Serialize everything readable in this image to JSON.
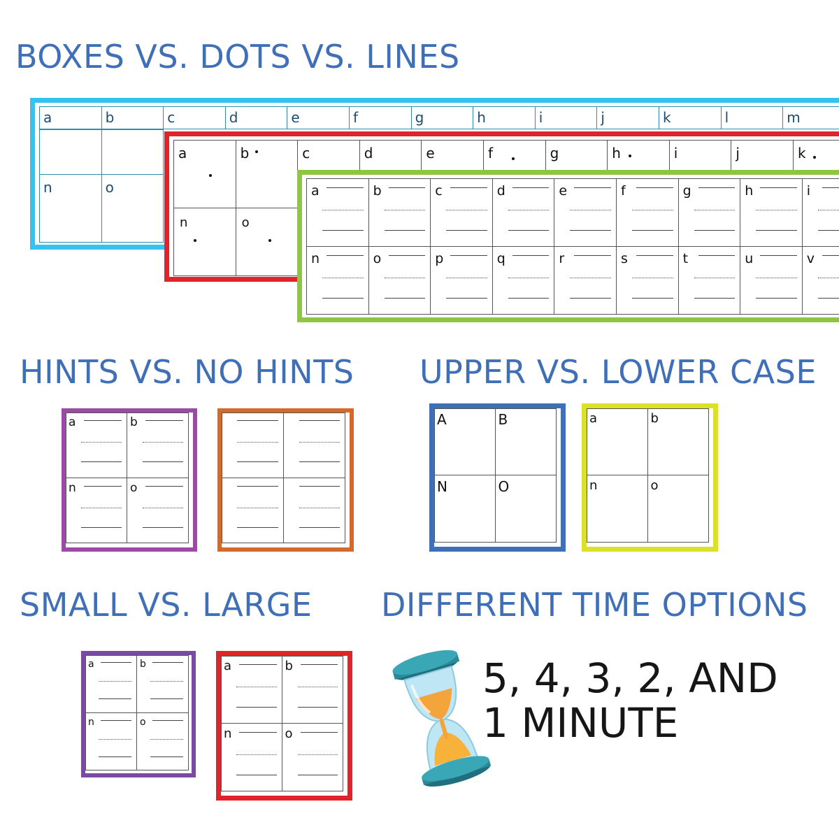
{
  "headings": {
    "boxes_dots_lines": "BOXES VS. DOTS VS. LINES",
    "hints": "HINTS VS. NO HINTS",
    "upper_lower": "UPPER VS. LOWER CASE",
    "small_large": "SMALL VS. LARGE",
    "time": "DIFFERENT TIME OPTIONS"
  },
  "colors": {
    "heading": "#3f6fb6",
    "boxes_strip": "#33c3ef",
    "dots_strip": "#e0242a",
    "lines_strip": "#8dc63f",
    "hints_card": "#9b4aa6",
    "no_hints_card": "#d4692c",
    "upper_card": "#3f6fb6",
    "lower_card": "#dbe02a",
    "small_card": "#7b4aa2",
    "large_card": "#e0242a"
  },
  "strips": {
    "boxes": {
      "top_row": [
        "a",
        "b",
        "c",
        "d",
        "e",
        "f",
        "g",
        "h",
        "i",
        "j",
        "k",
        "l",
        "m"
      ],
      "bottom_row": [
        "n",
        "o"
      ]
    },
    "dots": {
      "top_row": [
        "a",
        "b",
        "c",
        "d",
        "e",
        "f",
        "g",
        "h",
        "i",
        "j",
        "k"
      ],
      "bottom_row": [
        "n",
        "o"
      ]
    },
    "lines": {
      "top_row": [
        "a",
        "b",
        "c",
        "d",
        "e",
        "f",
        "g",
        "h",
        "i"
      ],
      "bottom_row": [
        "n",
        "o",
        "p",
        "q",
        "r",
        "s",
        "t",
        "u",
        "v"
      ]
    }
  },
  "cards": {
    "hints": [
      "a",
      "b",
      "n",
      "o"
    ],
    "no_hints": [
      "",
      "",
      "",
      ""
    ],
    "upper": [
      "A",
      "B",
      "N",
      "O"
    ],
    "lower": [
      "a",
      "b",
      "n",
      "o"
    ],
    "small": [
      "a",
      "b",
      "n",
      "o"
    ],
    "large": [
      "a",
      "b",
      "n",
      "o"
    ]
  },
  "timer": {
    "icon": "hourglass-icon",
    "line1": "5, 4, 3, 2, AND",
    "line2": "1 MINUTE"
  }
}
